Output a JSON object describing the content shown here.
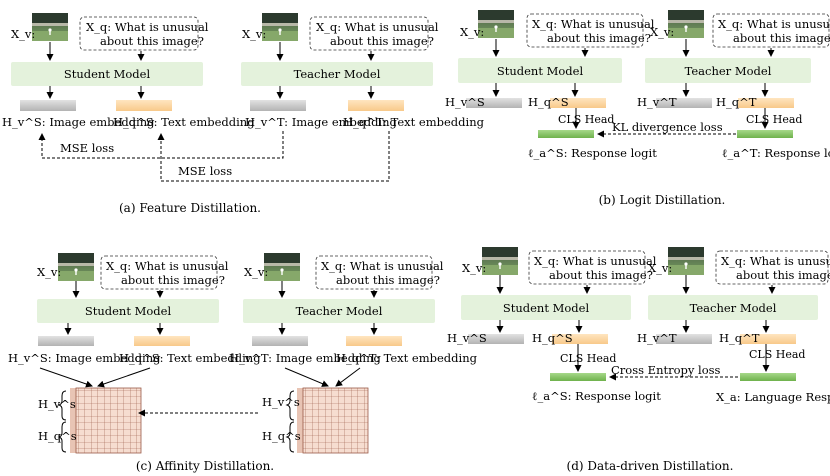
{
  "panels": {
    "a": {
      "caption": "(a) Feature Distillation.",
      "student": "Student Model",
      "teacher": "Teacher Model",
      "xv": "X_v:",
      "xq_line1": "X_q: What is unusual",
      "xq_line2": "about this image?",
      "s_img": "H_v^S: Image embedding",
      "s_txt": "H_q^S: Text embedding",
      "t_img": "H_v^T: Image embedding",
      "t_txt": "H_q^T: Text embedding",
      "loss1": "MSE loss",
      "loss2": "MSE loss"
    },
    "b": {
      "caption": "(b) Logit Distillation.",
      "student": "Student Model",
      "teacher": "Teacher Model",
      "xv": "X_v:",
      "xq_line1": "X_q: What is unusual",
      "xq_line2": "about this image?",
      "hv_s": "H_v^S",
      "hq_s": "H_q^S",
      "hv_t": "H_v^T",
      "hq_t": "H_q^T",
      "cls1": "CLS Head",
      "cls2": "CLS Head",
      "loss": "KL divergence loss",
      "s_logit": "ℓ_a^S: Response logit",
      "t_logit": "ℓ_a^T: Response logit"
    },
    "c": {
      "caption": "(c) Affinity Distillation.",
      "student": "Student Model",
      "teacher": "Teacher Model",
      "xv": "X_v:",
      "xq_line1": "X_q: What is unusual",
      "xq_line2": "about this image?",
      "s_img": "H_v^S: Image embedding",
      "s_txt": "H_q^S: Text embedding",
      "t_img": "H_v^T: Image embedding",
      "t_txt": "H_q^T: Text embedding",
      "m_hv": "H_v^s",
      "m_hq": "H_q^s"
    },
    "d": {
      "caption": "(d) Data-driven Distillation.",
      "student": "Student Model",
      "teacher": "Teacher Model",
      "xv": "X_v:",
      "xq_line1": "X_q: What is unusual",
      "xq_line2": "about this image?",
      "hv_s": "H_v^S",
      "hq_s": "H_q^S",
      "hv_t": "H_v^T",
      "hq_t": "H_q^T",
      "cls1": "CLS Head",
      "cls2": "CLS Head",
      "loss": "Cross Entropy loss",
      "s_logit": "ℓ_a^S: Response logit",
      "t_resp": "X_a: Language Response"
    }
  },
  "colors": {
    "model_box": "#e4f2dc",
    "image_embed": "#c8c8c8",
    "text_embed": "#fdd9a8",
    "logit": "#8fca6a",
    "grid_fill": "#f6ddd0"
  }
}
